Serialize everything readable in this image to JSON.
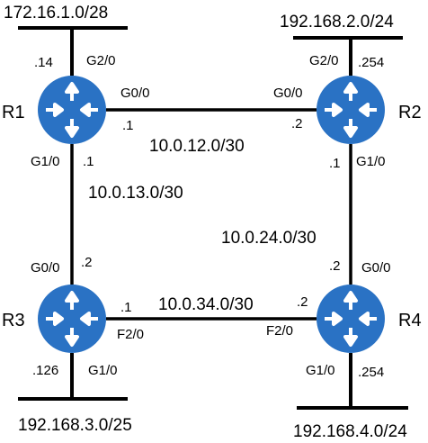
{
  "routers": {
    "r1": {
      "name": "R1"
    },
    "r2": {
      "name": "R2"
    },
    "r3": {
      "name": "R3"
    },
    "r4": {
      "name": "R4"
    }
  },
  "networks": {
    "lan1": "172.16.1.0/28",
    "lan2": "192.168.2.0/24",
    "lan3": "192.168.3.0/25",
    "lan4": "192.168.4.0/24",
    "link12": "10.0.12.0/30",
    "link13": "10.0.13.0/30",
    "link24": "10.0.24.0/30",
    "link34": "10.0.34.0/30"
  },
  "interfaces": {
    "r1_g2_0": "G2/0",
    "r1_g0_0": "G0/0",
    "r1_g1_0": "G1/0",
    "r2_g2_0": "G2/0",
    "r2_g0_0": "G0/0",
    "r2_g1_0": "G1/0",
    "r3_g0_0": "G0/0",
    "r3_f2_0": "F2/0",
    "r3_g1_0": "G1/0",
    "r4_g0_0": "G0/0",
    "r4_f2_0": "F2/0",
    "r4_g1_0": "G1/0"
  },
  "host_ids": {
    "r1_lan": ".14",
    "r1_link12": ".1",
    "r1_link13": ".1",
    "r2_lan": ".254",
    "r2_link12": ".2",
    "r2_link24": ".1",
    "r3_link13": ".2",
    "r3_link34": ".1",
    "r3_lan": ".126",
    "r4_link34": ".2",
    "r4_link24": ".2",
    "r4_lan": ".254"
  },
  "colors": {
    "router_fill": "#2a72c4",
    "router_arrows": "#ffffff",
    "lines": "#000000"
  },
  "icons": {
    "router": "router-icon"
  }
}
